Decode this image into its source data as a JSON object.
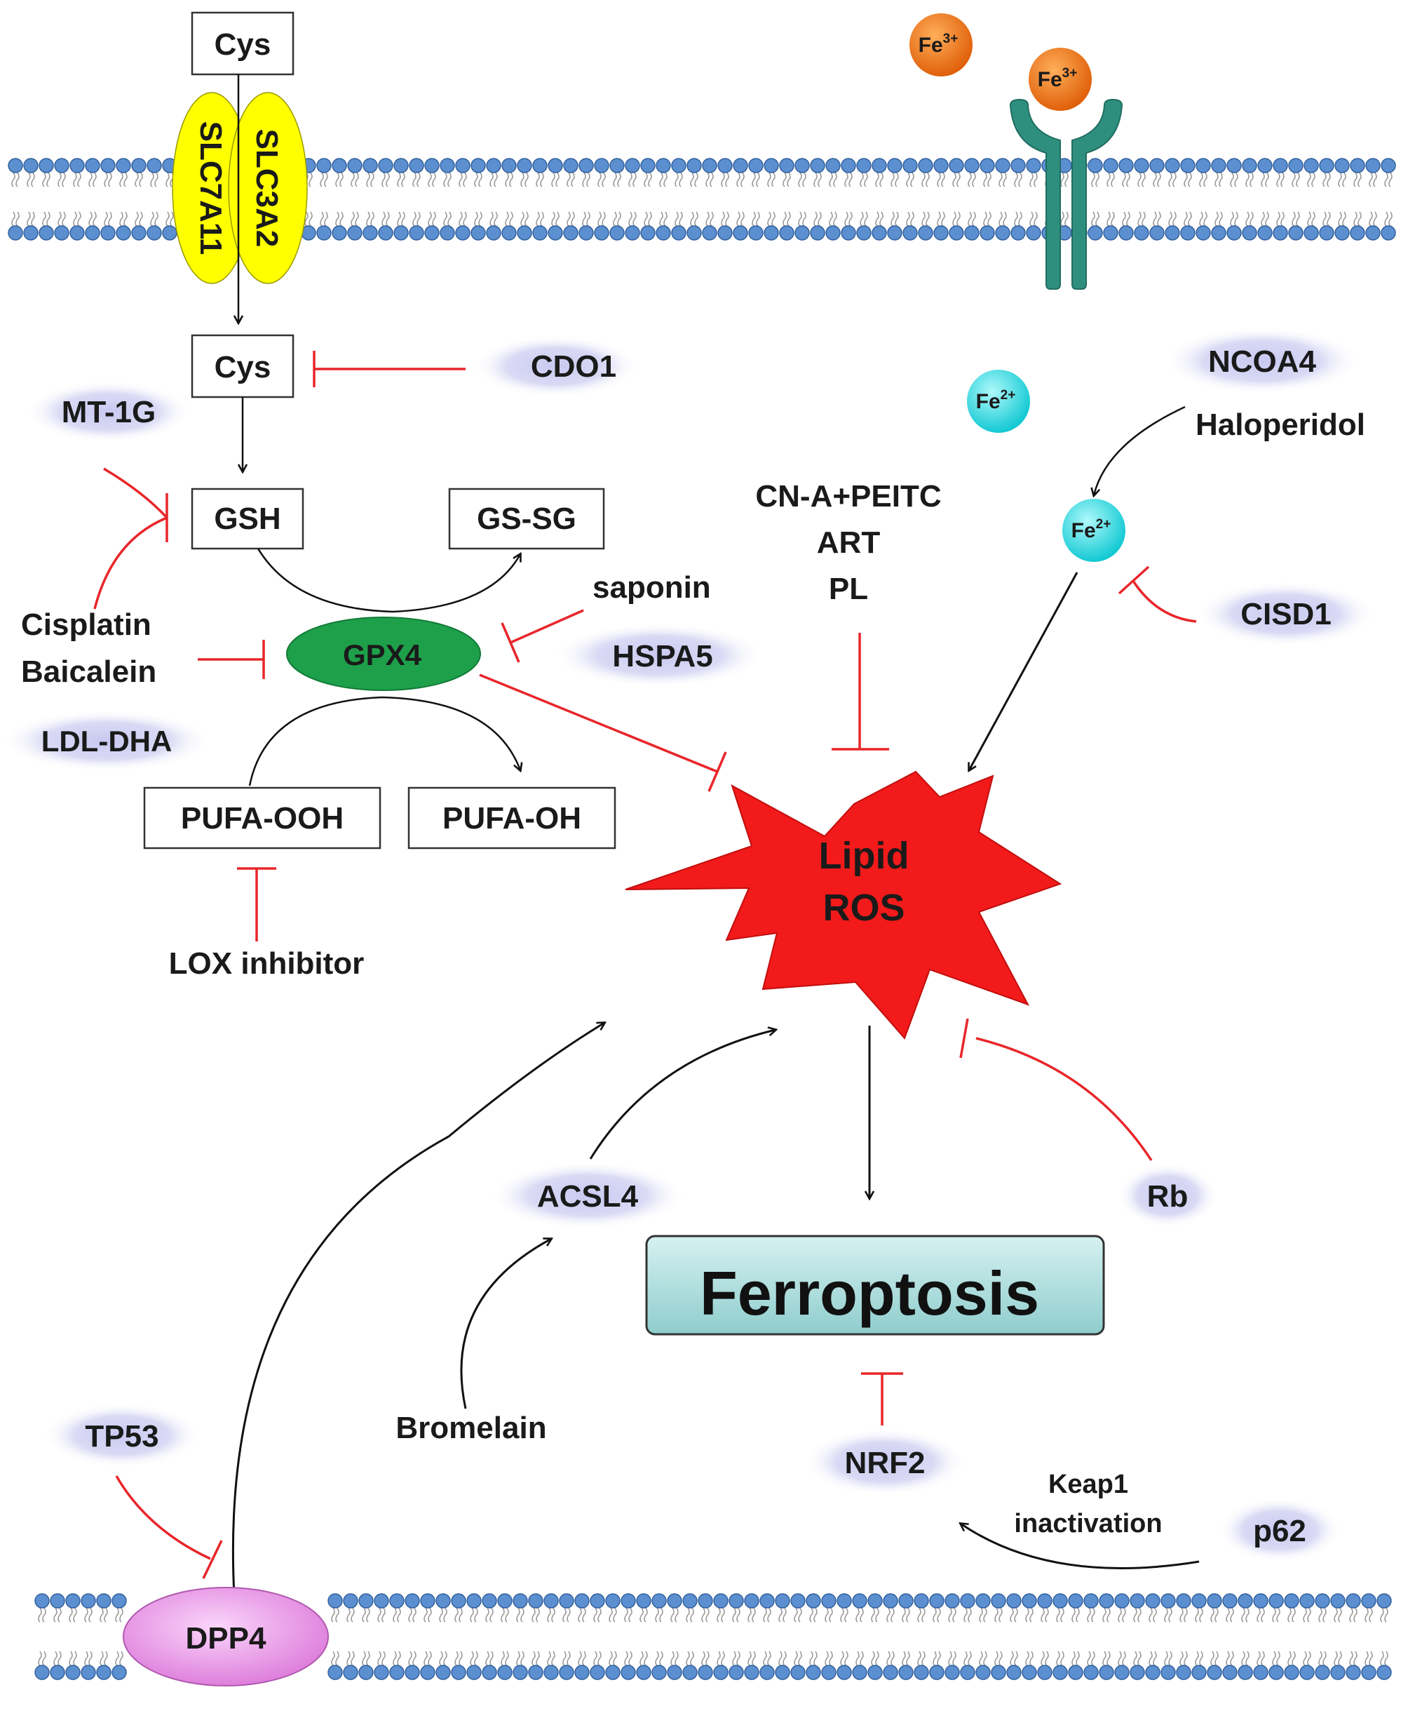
{
  "labels": {
    "cys_top": "Cys",
    "slc7a11": "SLC7A11",
    "slc3a2": "SLC3A2",
    "fe3_a": "Fe",
    "fe3_b": "Fe",
    "fe3_sup": "3+",
    "fe2_sup": "2+",
    "fe2_a": "Fe",
    "fe2_b": "Fe",
    "cys_mid": "Cys",
    "cdo1": "CDO1",
    "mt1g": "MT-1G",
    "gsh": "GSH",
    "gssg": "GS-SG",
    "ncoa4": "NCOA4",
    "haloperidol": "Haloperidol",
    "cna_peitc": "CN-A+PEITC",
    "art": "ART",
    "pl": "PL",
    "saponin": "saponin",
    "hspa5": "HSPA5",
    "cisplatin": "Cisplatin",
    "baicalein": "Baicalein",
    "gpx4": "GPX4",
    "ldl_dha": "LDL-DHA",
    "cisd1": "CISD1",
    "pufa_ooh": "PUFA-OOH",
    "pufa_oh": "PUFA-OH",
    "lipid": "Lipid",
    "ros": "ROS",
    "lox_inhibitor": "LOX inhibitor",
    "acsl4": "ACSL4",
    "rb": "Rb",
    "ferroptosis": "Ferroptosis",
    "bromelain": "Bromelain",
    "tp53": "TP53",
    "nrf2": "NRF2",
    "keap1": "Keap1",
    "inactivation": "inactivation",
    "p62": "p62",
    "dpp4": "DPP4"
  },
  "colors": {
    "inhibit": "#e8262a",
    "activate": "#111111",
    "lipid_head": "#4f86c6",
    "transporter": "#ffff00",
    "receptor": "#2f8f7f",
    "fe3": "#f07c14",
    "fe2": "#2fe3ea",
    "gpx4": "#1ea04a",
    "ros_star": "#f21a1a",
    "protein_halo": "#d7d7f3",
    "ferroptosis_box": "#b7e3e3",
    "dpp4": "#e9a0e8"
  }
}
